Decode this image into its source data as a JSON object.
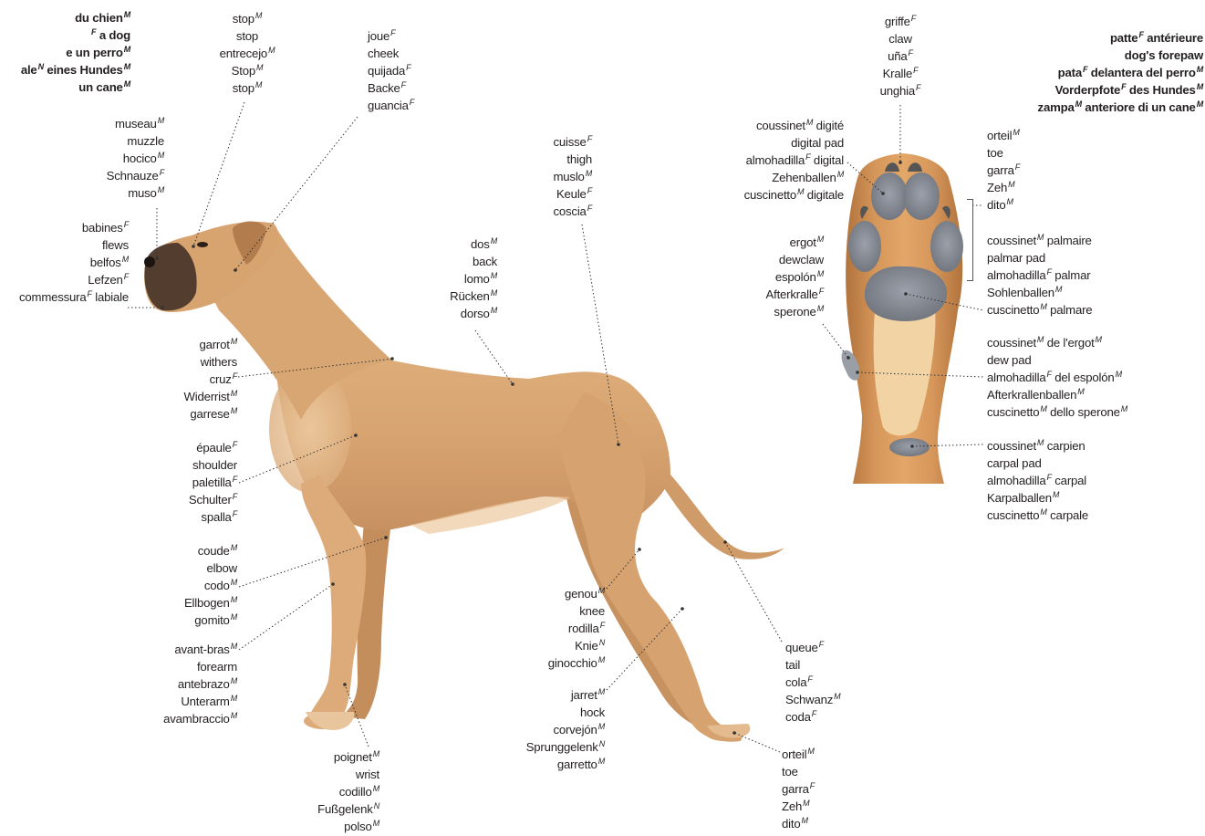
{
  "title_left": [
    "du chien^M",
    "^F a dog",
    "e un perro^M",
    "ale^N eines Hundes^M",
    "un cane^M"
  ],
  "title_right": [
    "patte^F antérieure",
    "dog's forepaw",
    "pata^F delantera del perro^M",
    "Vorderpfote^F des Hundes^M",
    "zampa^M anteriore di un cane^M"
  ],
  "labels": {
    "stop": [
      "stop^M",
      "stop",
      "entrecejo^M",
      "Stop^M",
      "stop^M"
    ],
    "cheek": [
      "joue^F",
      "cheek",
      "quijada^F",
      "Backe^F",
      "guancia^F"
    ],
    "muzzle": [
      "museau^M",
      "muzzle",
      "hocico^M",
      "Schnauze^F",
      "muso^M"
    ],
    "flews": [
      "babines^F",
      "flews",
      "belfos^M",
      "Lefzen^F",
      "commessura^F labiale"
    ],
    "thigh": [
      "cuisse^F",
      "thigh",
      "muslo^M",
      "Keule^F",
      "coscia^F"
    ],
    "back": [
      "dos^M",
      "back",
      "lomo^M",
      "Rücken^M",
      "dorso^M"
    ],
    "withers": [
      "garrot^M",
      "withers",
      "cruz^F",
      "Widerrist^M",
      "garrese^M"
    ],
    "shoulder": [
      "épaule^F",
      "shoulder",
      "paletilla^F",
      "Schulter^F",
      "spalla^F"
    ],
    "elbow": [
      "coude^M",
      "elbow",
      "codo^M",
      "Ellbogen^M",
      "gomito^M"
    ],
    "forearm": [
      "avant-bras^M",
      "forearm",
      "antebrazo^M",
      "Unterarm^M",
      "avambraccio^M"
    ],
    "wrist": [
      "poignet^M",
      "wrist",
      "codillo^M",
      "Fußgelenk^N",
      "polso^M"
    ],
    "knee": [
      "genou^M",
      "knee",
      "rodilla^F",
      "Knie^N",
      "ginocchio^M"
    ],
    "hock": [
      "jarret^M",
      "hock",
      "corvejón^M",
      "Sprunggelenk^N",
      "garretto^M"
    ],
    "tail": [
      "queue^F",
      "tail",
      "cola^F",
      "Schwanz^M",
      "coda^F"
    ],
    "toe_bottom": [
      "orteil^M",
      "toe",
      "garra^F",
      "Zeh^M",
      "dito^M"
    ],
    "claw": [
      "griffe^F",
      "claw",
      "uña^F",
      "Kralle^F",
      "unghia^F"
    ],
    "digital_pad": [
      "coussinet^M digité",
      "digital pad",
      "almohadilla^F digital",
      "Zehenballen^M",
      "cuscinetto^M digitale"
    ],
    "dewclaw": [
      "ergot^M",
      "dewclaw",
      "espolón^M",
      "Afterkralle^F",
      "sperone^M"
    ],
    "toe_paw": [
      "orteil^M",
      "toe",
      "garra^F",
      "Zeh^M",
      "dito^M"
    ],
    "palmar_pad": [
      "coussinet^M palmaire",
      "palmar pad",
      "almohadilla^F palmar",
      "Sohlenballen^M",
      "cuscinetto^M palmare"
    ],
    "dew_pad": [
      "coussinet^M de l'ergot^M",
      "dew pad",
      "almohadilla^F del espolón^M",
      "Afterkrallenballen^M",
      "cuscinetto^M dello sperone^M"
    ],
    "carpal_pad": [
      "coussinet^M carpien",
      "carpal pad",
      "almohadilla^F carpal",
      "Karpalballen^M",
      "cuscinetto^M carpale"
    ]
  },
  "colors": {
    "coat": "#d9a877",
    "coat_shadow": "#b98552",
    "coat_light": "#ecc9a0",
    "mask": "#3b2b22",
    "pad": "#8a8f99",
    "paw_fur": "#c98a4e",
    "paw_fur_light": "#f2d3a3",
    "leader": "#333333"
  }
}
